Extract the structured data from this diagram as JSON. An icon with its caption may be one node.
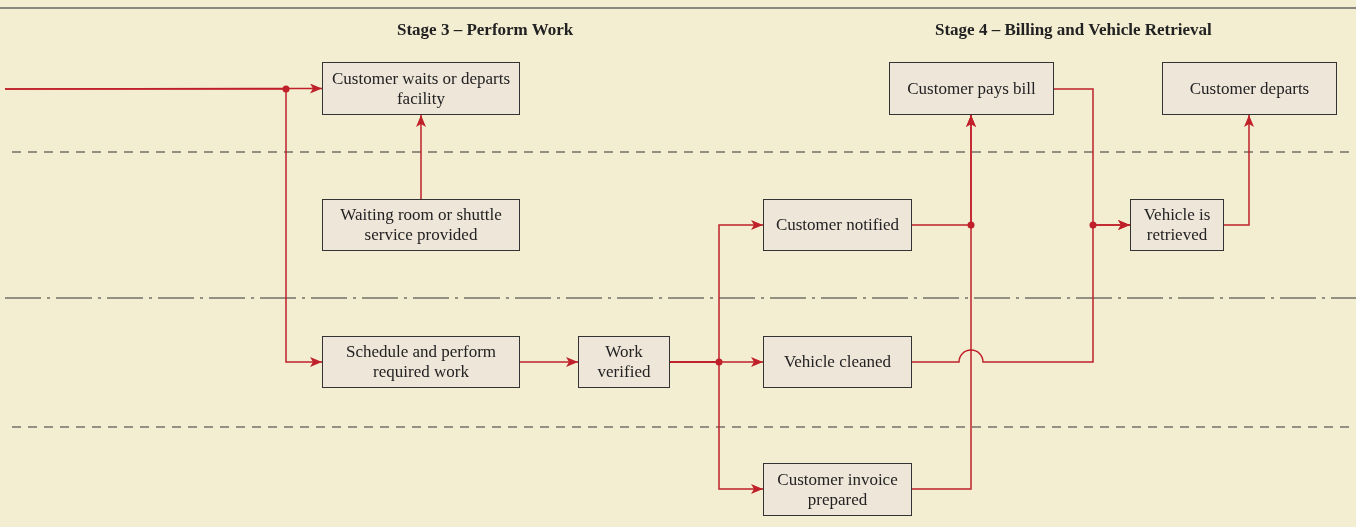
{
  "diagram": {
    "nodes": [
      {
        "text": [
          "Customer waits or departs facility"
        ]
      },
      {
        "text": [
          "Waiting room or shuttle service provided"
        ]
      },
      {
        "text": [
          "Schedule and perform required work"
        ]
      },
      {
        "text": [
          "Work verified"
        ]
      },
      {
        "text": [
          "Customer pays bill"
        ]
      },
      {
        "text": [
          "Customer departs"
        ]
      },
      {
        "text": [
          "Customer notified"
        ]
      },
      {
        "text": [
          "Vehicle is retrieved"
        ]
      },
      {
        "text": [
          "Vehicle cleaned"
        ]
      },
      {
        "text": [
          "Customer invoice prepared"
        ]
      }
    ],
    "edges": [
      {
        "from": null,
        "to": 0,
        "arrow": "to"
      },
      {
        "from": null,
        "to": 2,
        "arrow": "to"
      },
      {
        "from": 1,
        "to": 0,
        "arrow": "to"
      },
      {
        "from": 2,
        "to": 3,
        "arrow": "to"
      },
      {
        "from": 3,
        "to": 6,
        "arrow": "to"
      },
      {
        "from": 3,
        "to": 8,
        "arrow": "to"
      },
      {
        "from": 3,
        "to": 9,
        "arrow": "to"
      },
      {
        "from": 6,
        "to": 4,
        "arrow": "to"
      },
      {
        "from": 9,
        "to": 4,
        "arrow": "to"
      },
      {
        "from": 4,
        "to": 7,
        "arrow": "to"
      },
      {
        "from": 8,
        "to": 7,
        "arrow": "to"
      },
      {
        "from": 7,
        "to": 5,
        "arrow": "to"
      }
    ],
    "labels": [
      "Stage 3 – Perform Work",
      "Stage 4 – Billing and Vehicle Retrieval"
    ]
  }
}
